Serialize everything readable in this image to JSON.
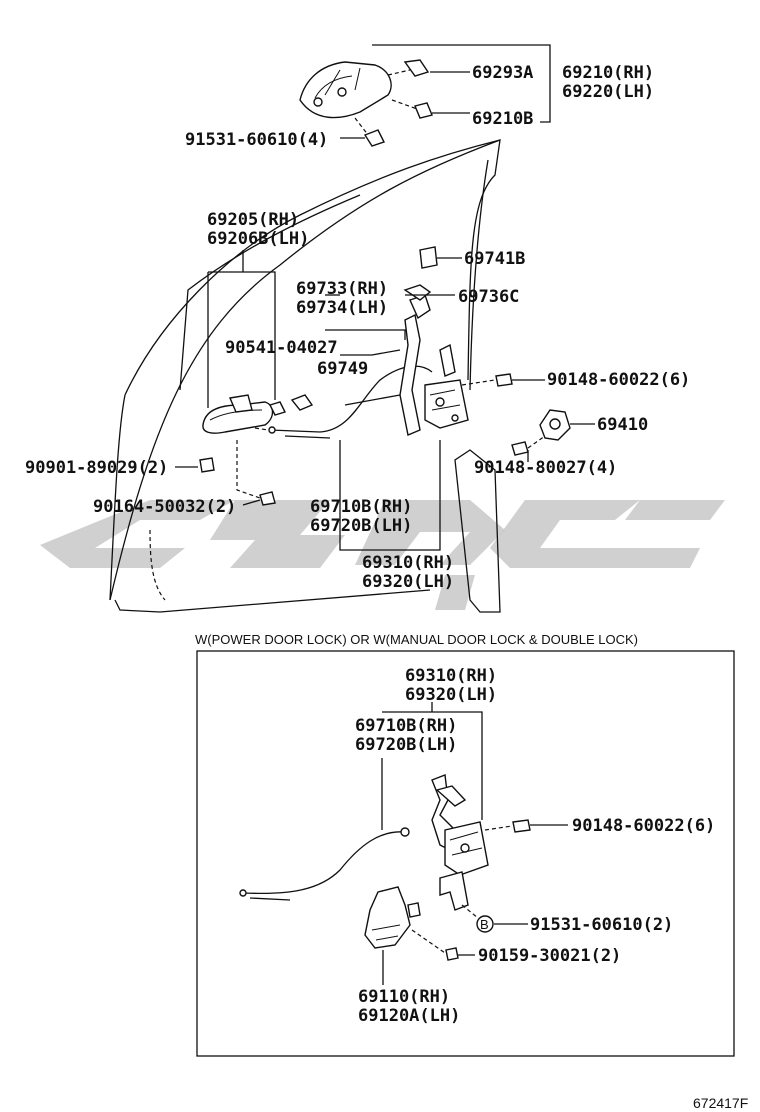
{
  "parts": {
    "p69293A": "69293A",
    "p69210rh": "69210(RH)",
    "p69220lh": "69220(LH)",
    "p69210B": "69210B",
    "p91531_4": "91531-60610(4)",
    "p69205rh": "69205(RH)",
    "p69206Blh": "69206B(LH)",
    "p69741B": "69741B",
    "p69733rh": "69733(RH)",
    "p69734lh": "69734(LH)",
    "p69736C": "69736C",
    "p90541": "90541-04027",
    "p69749": "69749",
    "p90148_6_top": "90148-60022(6)",
    "p69410": "69410",
    "p90148_4": "90148-80027(4)",
    "p90901": "90901-89029(2)",
    "p90164": "90164-50032(2)",
    "p69710Brh_top": "69710B(RH)",
    "p69720Blh_top": "69720B(LH)",
    "p69310rh_top": "69310(RH)",
    "p69320lh_top": "69320(LH)"
  },
  "inset": {
    "caption": "W(POWER DOOR LOCK) OR W(MANUAL DOOR LOCK & DOUBLE LOCK)",
    "p69310rh": "69310(RH)",
    "p69320lh": "69320(LH)",
    "p69710Brh": "69710B(RH)",
    "p69720Blh": "69720B(LH)",
    "p90148_6": "90148-60022(6)",
    "marker_b": "B",
    "p91531_2": "91531-60610(2)",
    "p90159": "90159-30021(2)",
    "p69110rh": "69110(RH)",
    "p69120Alh": "69120A(LH)"
  },
  "diagram_id": "672417F"
}
